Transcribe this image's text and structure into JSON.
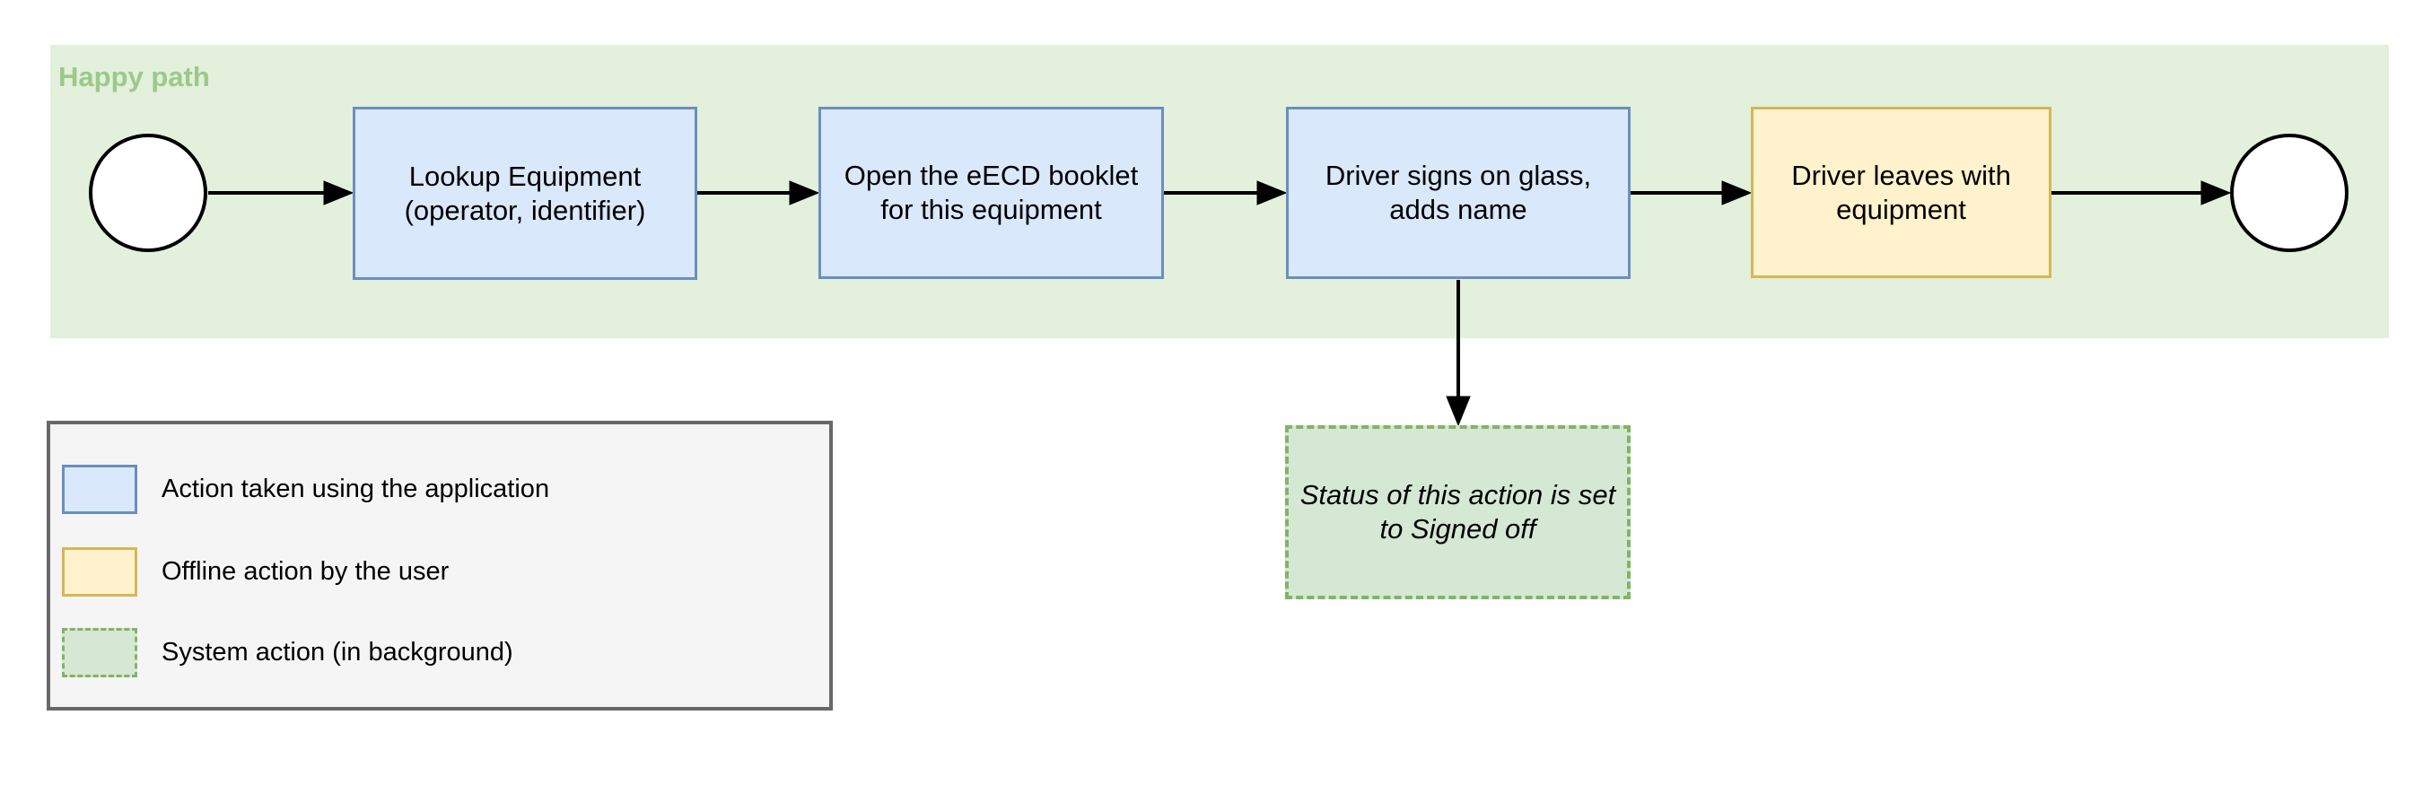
{
  "diagram": {
    "container": {
      "title": "Happy path"
    },
    "nodes": {
      "lookup": {
        "label": "Lookup Equipment (operator, identifier)",
        "type": "application-action"
      },
      "open": {
        "label": "Open the eECD booklet for this equipment",
        "type": "application-action"
      },
      "sign": {
        "label": "Driver signs on glass, adds name",
        "type": "application-action"
      },
      "leave": {
        "label": "Driver leaves with equipment",
        "type": "offline-action"
      },
      "status": {
        "label": "Status of this action is set to Signed off",
        "type": "system-action"
      }
    },
    "flow": [
      "start -> lookup",
      "lookup -> open",
      "open -> sign",
      "sign -> leave",
      "leave -> end",
      "sign -> status"
    ]
  },
  "legend": {
    "items": [
      {
        "swatch": "application-action",
        "label": "Action taken using the application"
      },
      {
        "swatch": "offline-action",
        "label": "Offline action by the user"
      },
      {
        "swatch": "system-action",
        "label": "System action (in background)"
      }
    ]
  },
  "colors": {
    "banner_bg": "#e2f0dc",
    "banner_title": "#9cc98b",
    "application_fill": "#dae8fc",
    "application_border": "#6c8ebf",
    "offline_fill": "#fff2cc",
    "offline_border": "#d6b656",
    "system_fill": "#d5e8d4",
    "system_border": "#82b366",
    "legend_bg": "#f5f5f5",
    "legend_border": "#686868",
    "arrow": "#000000",
    "event_fill": "#ffffff",
    "event_border": "#000000"
  }
}
